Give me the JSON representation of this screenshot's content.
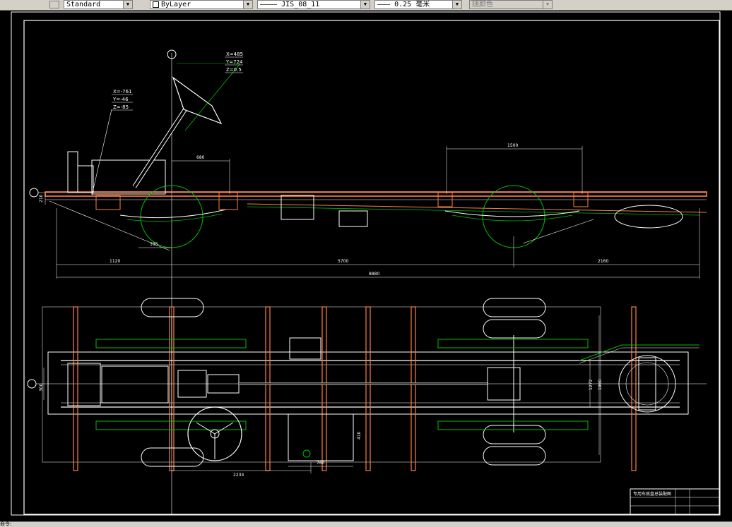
{
  "toolbar": {
    "text_style": "Standard",
    "layer": "ByLayer",
    "linetype": "JIS_08_11",
    "lineweight": "0.25 毫米",
    "plotstyle": "随颜色"
  },
  "colors": {
    "frame": "#ffffff",
    "chassis": "#ff7f3f",
    "wheel": "#00c000",
    "background": "#000000"
  },
  "side_view": {
    "coord_label_1": [
      "X=485",
      "Y=724",
      "Z=0.5"
    ],
    "coord_label_2": [
      "X=-761",
      "Y=-46",
      "Z=-85"
    ],
    "dims": {
      "d1500": "1500",
      "d680": "680",
      "d1120": "1120",
      "d5700": "5700",
      "d2160": "2160",
      "d8880": "8880",
      "d395": "395",
      "d210": "210"
    }
  },
  "plan_view": {
    "dims": {
      "d2234": "2234",
      "d760": "760",
      "d410": "410",
      "d1272": "1272",
      "d1960": "1960",
      "d300": "300"
    }
  },
  "title_block": {
    "drawing_title": "专用车底盘总装配图"
  },
  "status": {
    "command_prompt": "命令:"
  }
}
